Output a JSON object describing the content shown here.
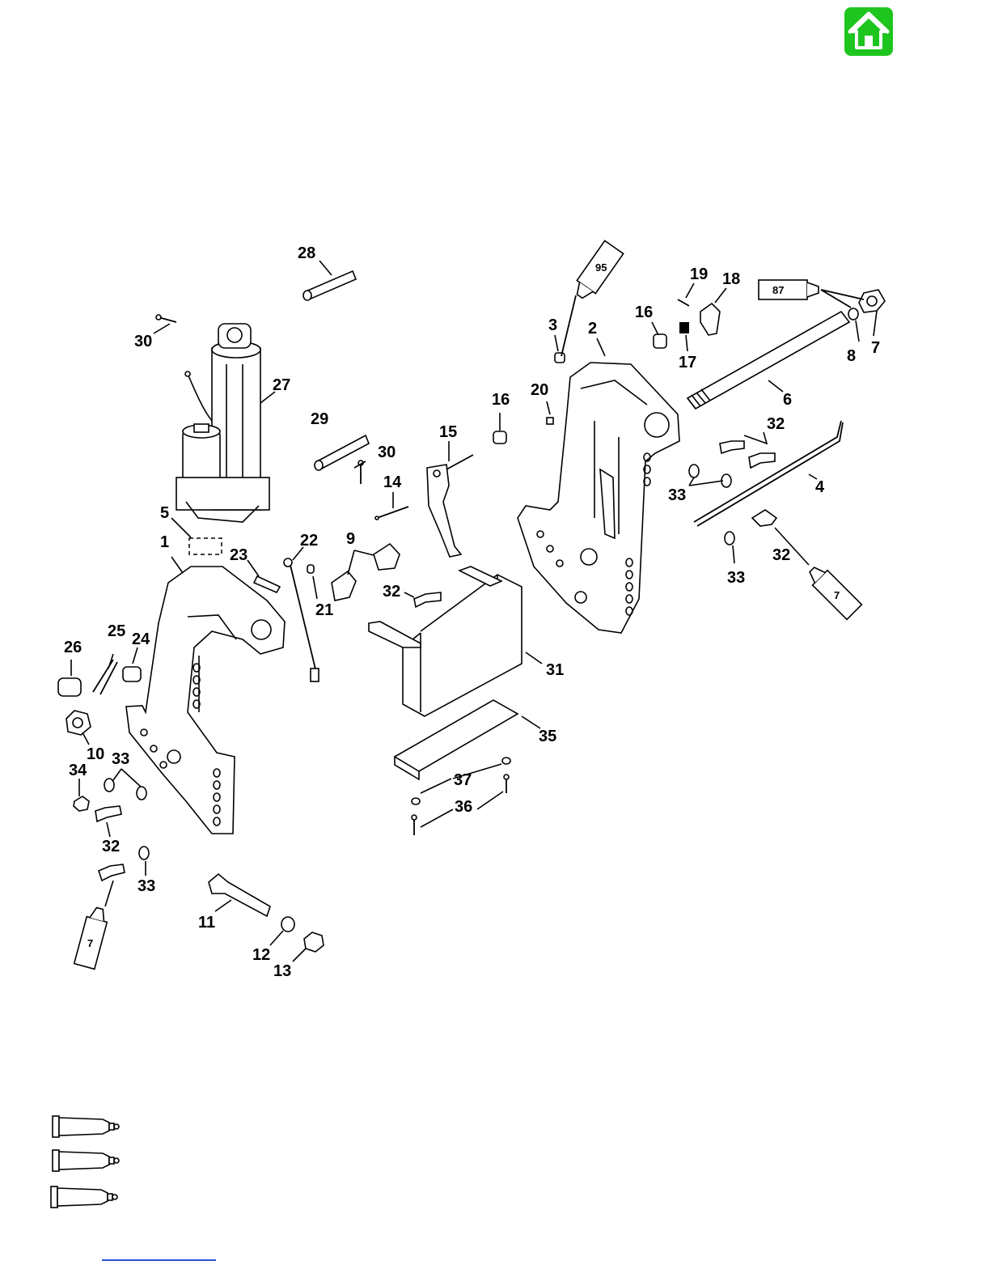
{
  "header": {
    "home_button": {
      "icon": "home-icon",
      "color": "#1ec51e"
    }
  },
  "diagram": {
    "callouts": [
      "1",
      "2",
      "3",
      "4",
      "5",
      "6",
      "7",
      "8",
      "9",
      "10",
      "11",
      "12",
      "13",
      "14",
      "15",
      "16",
      "16",
      "17",
      "18",
      "19",
      "20",
      "21",
      "22",
      "23",
      "24",
      "25",
      "26",
      "27",
      "28",
      "29",
      "30",
      "30",
      "31",
      "32",
      "32",
      "32",
      "32",
      "32",
      "33",
      "33",
      "33",
      "33",
      "34",
      "35",
      "36",
      "37"
    ],
    "tube_labels": {
      "top_center": "95",
      "top_right": "87",
      "right": "7",
      "left": "7"
    }
  },
  "legend": {
    "items": [
      {
        "icon": "lubricant-tube-icon"
      },
      {
        "icon": "lubricant-tube-icon"
      },
      {
        "icon": "lubricant-tube-icon"
      }
    ]
  },
  "footer": {
    "link_color": "#2a4fd0"
  }
}
